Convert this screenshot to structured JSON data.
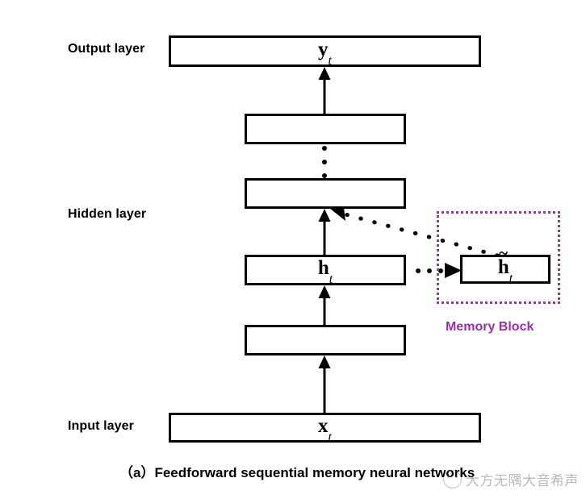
{
  "figure": {
    "caption": "（a）Feedforward sequential memory neural networks"
  },
  "labels": {
    "output_layer": "Output layer",
    "hidden_layer": "Hidden layer",
    "input_layer": "Input layer",
    "memory_block": "Memory  Block"
  },
  "nodes": {
    "output": {
      "base": "y",
      "sub": "t",
      "tilde": ""
    },
    "hidden_top": {
      "base": "",
      "sub": "",
      "tilde": ""
    },
    "hidden_mid": {
      "base": "",
      "sub": "",
      "tilde": ""
    },
    "hidden_ht": {
      "base": "h",
      "sub": "t",
      "tilde": ""
    },
    "hidden_bottom": {
      "base": "",
      "sub": "",
      "tilde": ""
    },
    "input": {
      "base": "x",
      "sub": "t",
      "tilde": ""
    },
    "memory": {
      "base": "h",
      "sub": "t",
      "tilde": "~"
    }
  },
  "colors": {
    "memory_accent": "#9B30A8",
    "stroke": "#000000",
    "background": "#ffffff"
  },
  "watermark": {
    "text": "大方无隅大音希声"
  }
}
